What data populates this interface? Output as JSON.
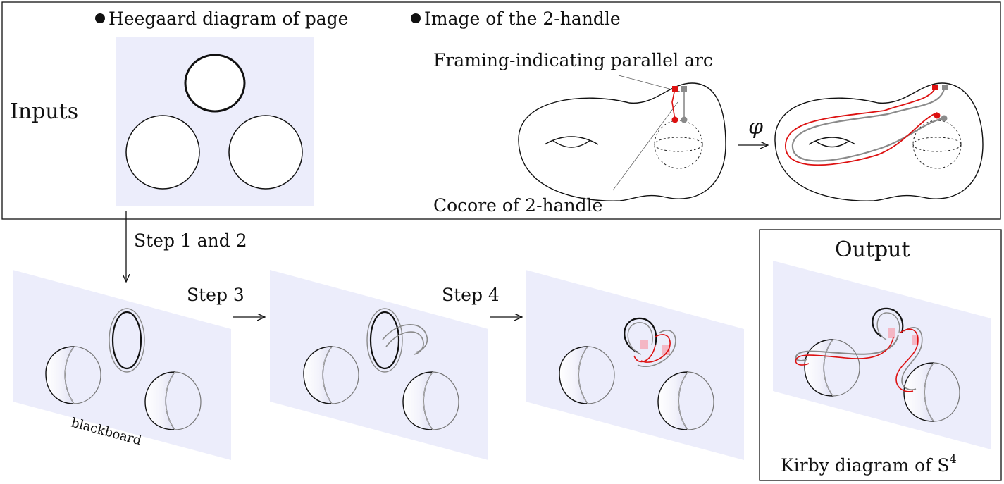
{
  "inputs": {
    "title": "Inputs",
    "bullet_heegaard": "Heegaard diagram of page",
    "bullet_handle": "Image of the 2-handle",
    "framing_label": "Framing-indicating parallel arc",
    "cocore_label": "Cocore of 2-handle",
    "map_symbol": "φ"
  },
  "steps": {
    "step12": "Step 1 and 2",
    "step3": "Step 3",
    "step4": "Step 4"
  },
  "blackboard_label": "blackboard",
  "output": {
    "title": "Output",
    "caption_text": "Kirby diagram of S",
    "caption_sup": "4"
  },
  "colors": {
    "board": "#ecedfb",
    "curve": "#111111",
    "gray_curve": "#8a8a8a",
    "red_curve": "#dd1111",
    "pink_mark": "#f4b6c4"
  }
}
